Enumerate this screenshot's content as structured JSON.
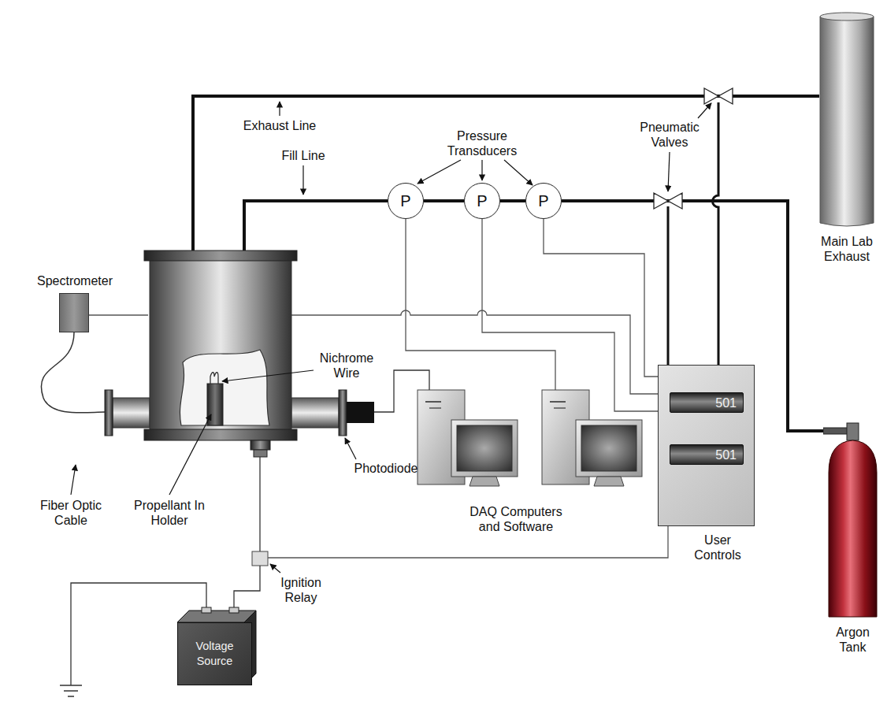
{
  "diagram": {
    "nodes": [
      {
        "text": [
          "Spectrometer"
        ]
      },
      {
        "text": [
          "P"
        ]
      },
      {
        "text": [
          "P"
        ]
      },
      {
        "text": [
          "P"
        ]
      },
      {
        "text": [
          "User Controls"
        ]
      },
      {
        "text": [
          "501"
        ],
        "in": 4
      },
      {
        "text": [
          "501"
        ],
        "in": 4
      },
      {
        "text": [
          "Voltage Source"
        ]
      },
      {
        "text": [
          "Argon Tank"
        ]
      },
      {
        "text": [
          "Main Lab Exhaust"
        ]
      }
    ],
    "edges": [
      {
        "from": 1,
        "to": 2,
        "arrow": "none"
      },
      {
        "from": 2,
        "to": 3,
        "arrow": "none"
      },
      {
        "from": 3,
        "to": 8,
        "arrow": "none"
      },
      {
        "from": 2,
        "to": 4,
        "arrow": "none"
      },
      {
        "from": 3,
        "to": 4,
        "arrow": "none"
      }
    ],
    "labels": [
      "Exhaust Line",
      "Fill Line",
      "Pressure Transducers",
      "Pneumatic Valves",
      "Nichrome Wire",
      "Fiber Optic Cable",
      "Propellant In Holder",
      "Photodiode",
      "DAQ Computers and Software",
      "Ignition Relay"
    ]
  }
}
